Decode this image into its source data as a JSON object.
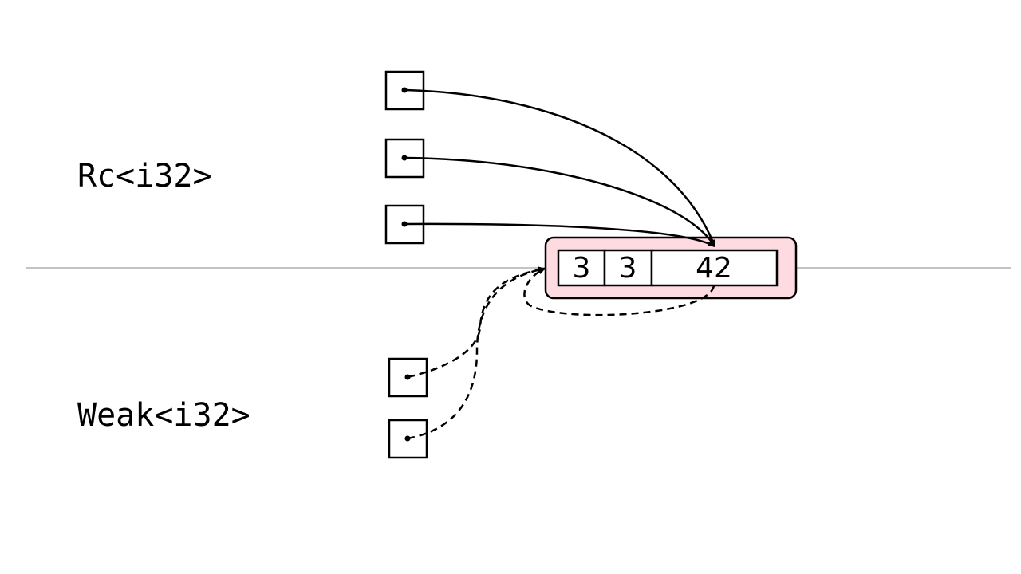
{
  "labels": {
    "rc": "Rc<i32>",
    "weak": "Weak<i32>"
  },
  "allocation": {
    "strong_count": "3",
    "weak_count": "3",
    "value": "42",
    "fill_color": "#fddbe0",
    "border_color": "#000000"
  },
  "rc_pointers": [
    {
      "id": "rc-1"
    },
    {
      "id": "rc-2"
    },
    {
      "id": "rc-3"
    }
  ],
  "weak_pointers": [
    {
      "id": "weak-1"
    },
    {
      "id": "weak-2"
    }
  ],
  "colors": {
    "line": "#000000",
    "divider": "#888888",
    "background": "#ffffff"
  }
}
